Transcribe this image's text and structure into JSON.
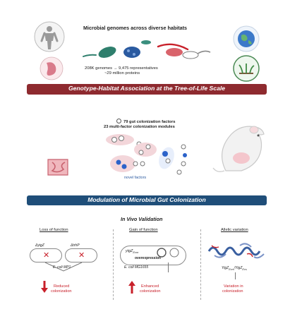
{
  "top": {
    "title": "Microbial genomes across diverse habitats",
    "stats_line1": "208K genomes  →  9,475 representatives",
    "stats_line2": "~29 million proteins"
  },
  "banner1": {
    "label": "Genotype-Habitat Association at the Tree-of-Life Scale",
    "color": "#8e2a2f"
  },
  "middle": {
    "factors_label": "79 gut colonization factors",
    "modules_label": "23 multi-factor colonization modules",
    "novel_label": "novel factors"
  },
  "banner2": {
    "label": "Modulation of Microbial Gut Colonization",
    "color": "#1f4e79"
  },
  "validation": {
    "title": "In Vivo Validation",
    "columns": [
      {
        "header": "Loss of function",
        "gene_a": "ΔyigZ",
        "gene_b": "ΔtrhP",
        "strain": "E. coli MP1",
        "result_line1": "Reduced",
        "result_line2": "colonization"
      },
      {
        "header": "Gain of function",
        "gene": "yigZ",
        "gene_sub": "Ecm",
        "gene_note": "overexpression",
        "strain": "E. coli MG1655",
        "result_line1": "Enhanced",
        "result_line2": "colonization"
      },
      {
        "header": "Allelic variation",
        "alleles": "YigZ",
        "alleles_sub1": "Ecm",
        "alleles_mid": "/YigZ",
        "alleles_sub2": "Ecs",
        "result_line1": "Variation in",
        "result_line2": "colonization"
      }
    ]
  },
  "colors": {
    "red_accent": "#c8202a",
    "blue_accent": "#2a5aa0",
    "teal_microbe": "#3a8f7e",
    "pink_microbe": "#d9636b",
    "dot_blue": "#2b62c9"
  },
  "icons": [
    "human-icon",
    "stomach-icon",
    "globe-icon",
    "plants-icon",
    "mouse-icon",
    "intestine-icon"
  ]
}
